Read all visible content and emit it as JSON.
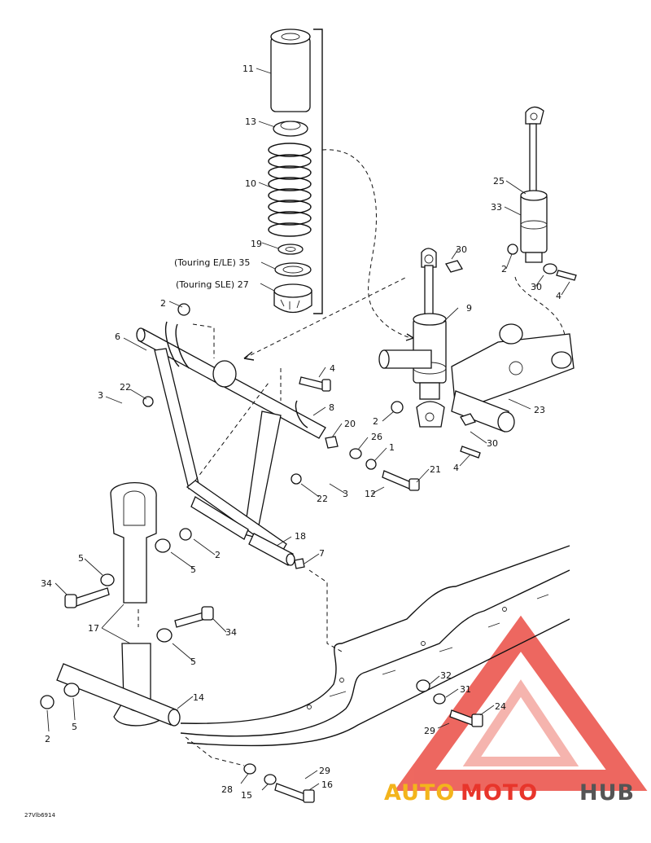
{
  "labels": {
    "l11": "11",
    "l13": "13",
    "l10": "10",
    "l19": "19",
    "l35": "(Touring E/LE) 35",
    "l27": "(Touring SLE) 27",
    "l2a": "2",
    "l6": "6",
    "l22a": "22",
    "l3a": "3",
    "l4a": "4",
    "l8": "8",
    "l20": "20",
    "l26": "26",
    "l1": "1",
    "l21": "21",
    "l12": "12",
    "l22b": "22",
    "l3b": "3",
    "l30a": "30",
    "l9": "9",
    "l25": "25",
    "l33": "33",
    "l2b": "2",
    "l30b": "30",
    "l4b": "4",
    "l2c": "2",
    "l23": "23",
    "l30c": "30",
    "l4c": "4",
    "l18": "18",
    "l7": "7",
    "l5a": "5",
    "l34a": "34",
    "l5b": "5",
    "l2d": "2",
    "l17": "17",
    "l34b": "34",
    "l5c": "5",
    "l14": "14",
    "l2e": "2",
    "l5d": "5",
    "l32": "32",
    "l31": "31",
    "l24": "24",
    "l29a": "29",
    "l29b": "29",
    "l28": "28",
    "l15": "15",
    "l16": "16"
  },
  "drawing_code": "27Vlb6914",
  "watermark": {
    "text_auto": "AUTO",
    "text_moto": "MOTO",
    "text_hub": "HUB",
    "color_primary": "#e8352b",
    "color_secondary": "#f3b41c",
    "color_dark": "#555555"
  }
}
